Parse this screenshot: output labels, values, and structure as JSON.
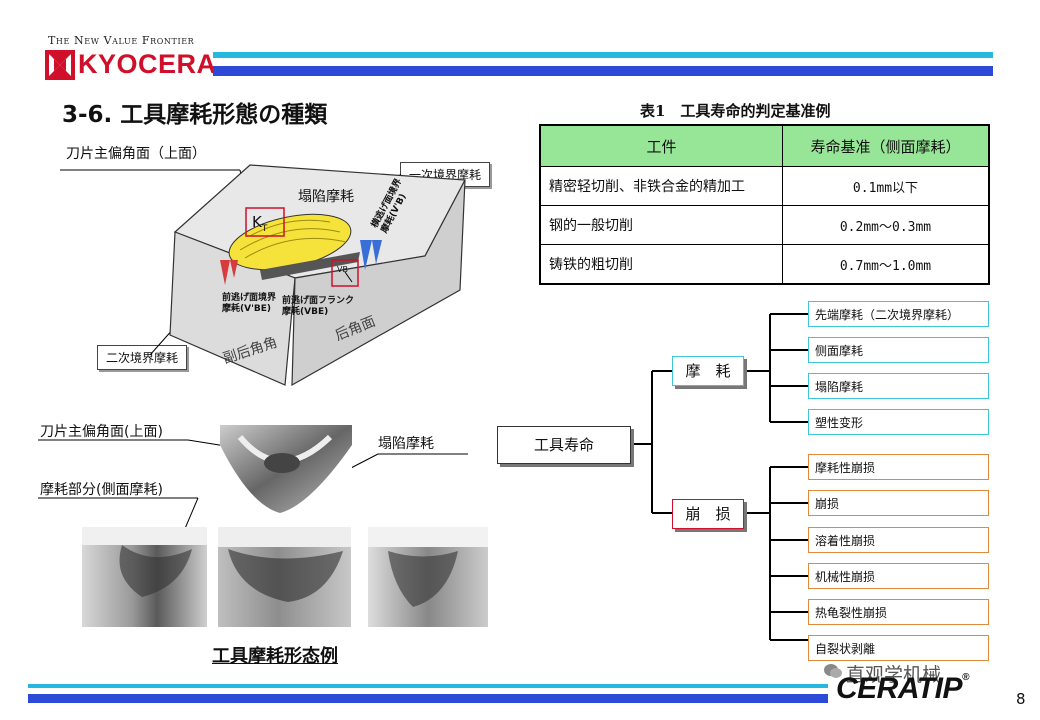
{
  "header": {
    "tagline": "The New Value Frontier",
    "logo_text": "KYOCERA"
  },
  "slide": {
    "title": "3-6.  工具摩耗形態の種類",
    "page_number": "8"
  },
  "diagram": {
    "label_top_rake": "刀片主偏角面（上面）",
    "label_crater": "塌陷摩耗",
    "label_primary_boundary": "一次境界摩耗",
    "label_secondary_boundary": "二次境界摩耗",
    "label_kt": "K",
    "label_kt_sub": "T",
    "face_flank": "后角面",
    "face_side": "副后角角",
    "jp_left_1": "前逃げ面境界",
    "jp_left_2": "摩耗(V'BE)",
    "jp_mid_1": "前逃げ面フランク",
    "jp_mid_2": "摩耗(VBE)",
    "jp_right_1": "横逃げ面境界",
    "jp_right_2": "摩耗(V'B)",
    "vb": "VB"
  },
  "photos": {
    "label_top": "刀片主偏角面(上面)",
    "label_crater": "塌陷摩耗",
    "label_flank": "摩耗部分(側面摩耗)",
    "caption": "工具摩耗形态例"
  },
  "table": {
    "caption": "表1　工具寿命的判定基准例",
    "headers": [
      "工件",
      "寿命基准（侧面摩耗）"
    ],
    "rows": [
      [
        "精密轻切削、非铁合金的精加工",
        "0.1mm以下"
      ],
      [
        "钢的一般切削",
        "0.2mm～0.3mm"
      ],
      [
        "铸铁的粗切削",
        "0.7mm～1.0mm"
      ]
    ]
  },
  "tree": {
    "root": "工具寿命",
    "wear": "摩　耗",
    "chipping": "崩　损",
    "wear_items": [
      "先端摩耗（二次境界摩耗）",
      "侧面摩耗",
      "塌陷摩耗",
      "塑性变形"
    ],
    "chipping_items": [
      "摩耗性崩损",
      "崩损",
      "溶着性崩损",
      "机械性崩损",
      "热龟裂性崩损",
      "自裂状剥離"
    ]
  },
  "footer": {
    "watermark": "直观学机械",
    "brand": "CERATIP",
    "brand_mark": "®"
  },
  "colors": {
    "brand_red": "#d0102a",
    "bar_cyan": "#27b8e0",
    "bar_blue": "#2d49d8",
    "table_header": "#97e597",
    "wear_border": "#3cc6d8",
    "chip_border": "#e08a3c"
  }
}
